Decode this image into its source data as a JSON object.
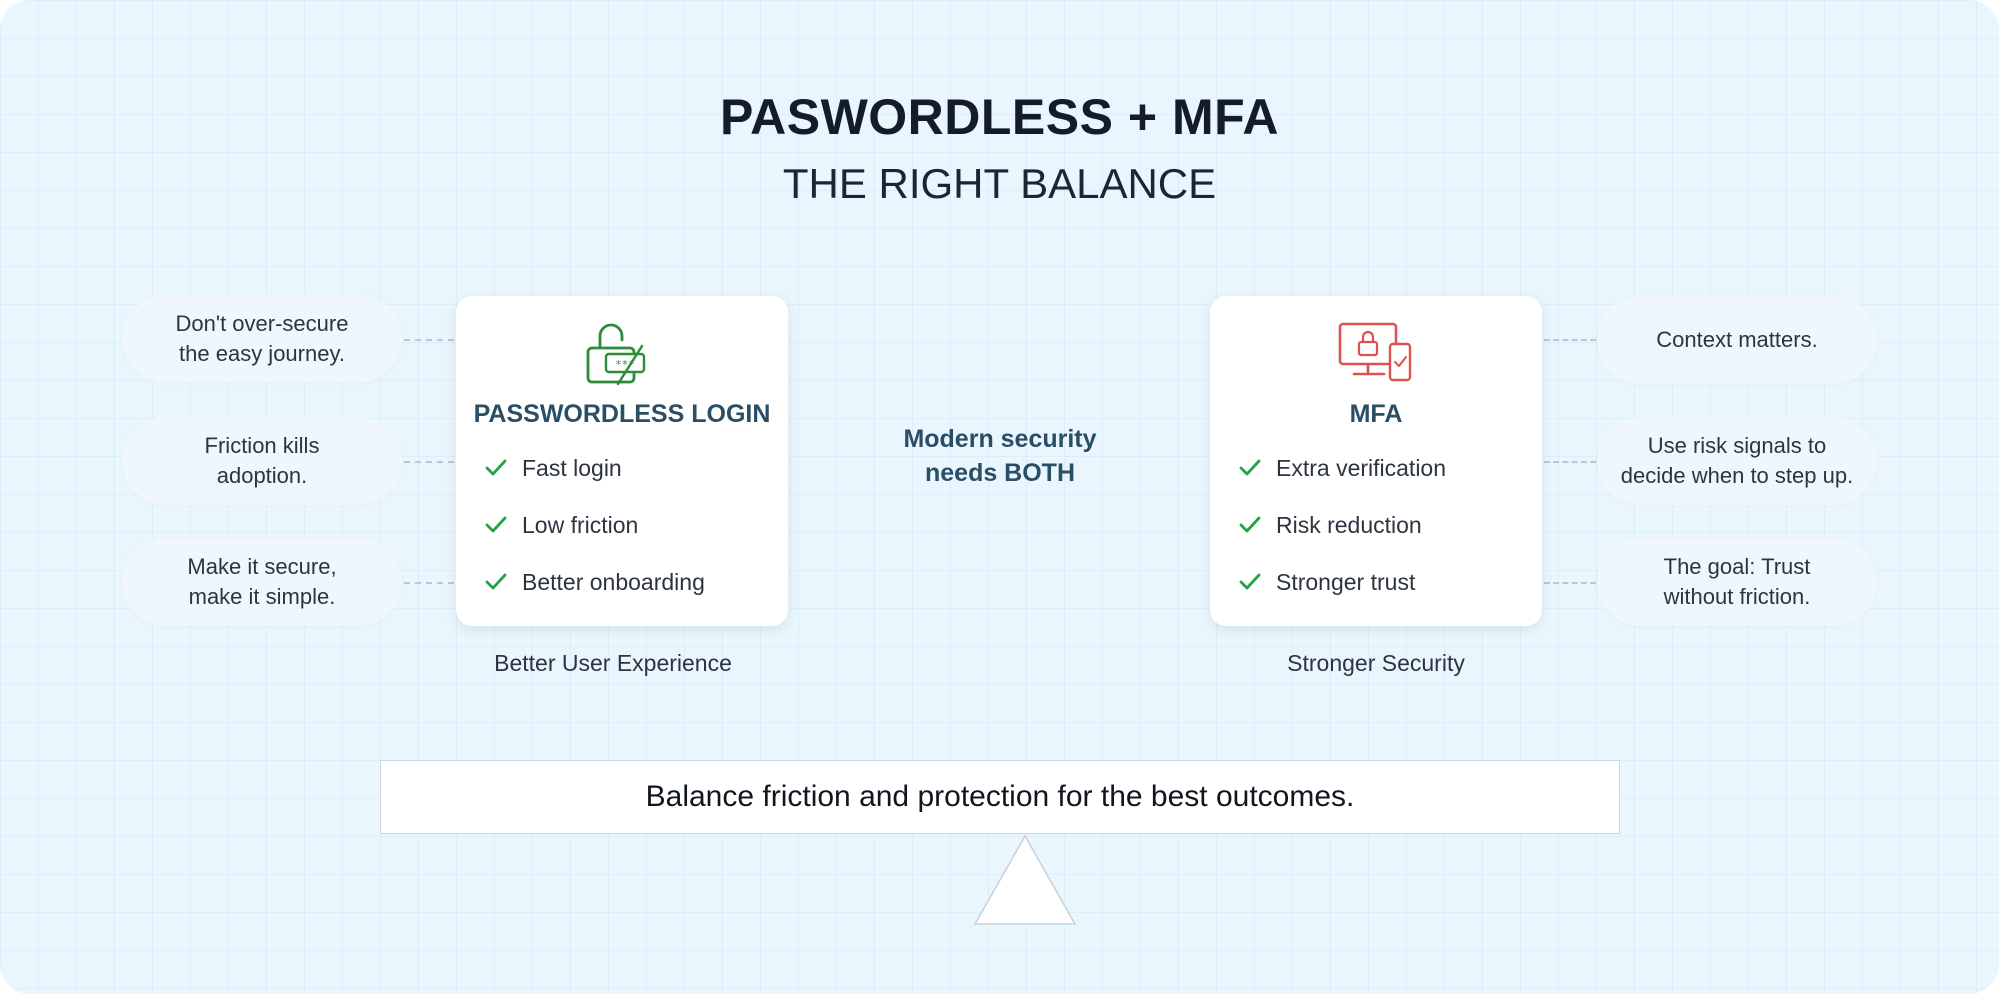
{
  "header": {
    "title": "PASWORDLESS + MFA",
    "subtitle": "THE RIGHT BALANCE"
  },
  "left_notes": [
    "Don't over-secure\nthe easy journey.",
    "Friction kills\nadoption.",
    "Make it secure,\nmake it simple."
  ],
  "right_notes": [
    "Context matters.",
    "Use risk signals to\ndecide when to step up.",
    "The goal: Trust\nwithout friction."
  ],
  "passwordless_card": {
    "title": "PASSWORDLESS LOGIN",
    "icon": "unlocked-padlock-password-icon",
    "features": [
      "Fast login",
      "Low friction",
      "Better onboarding"
    ],
    "caption": "Better User Experience"
  },
  "mfa_card": {
    "title": "MFA",
    "icon": "multi-device-lock-icon",
    "features": [
      "Extra verification",
      "Risk reduction",
      "Stronger trust"
    ],
    "caption": "Stronger Security"
  },
  "center": {
    "text": "Modern security\nneeds BOTH"
  },
  "balance": {
    "text": "Balance friction and protection for the best outcomes."
  },
  "colors": {
    "background": "#eaf6fd",
    "card_title": "#2a4e66",
    "check": "#22a447",
    "passwordless_icon": "#2e8b3a",
    "mfa_icon": "#d9534f"
  }
}
